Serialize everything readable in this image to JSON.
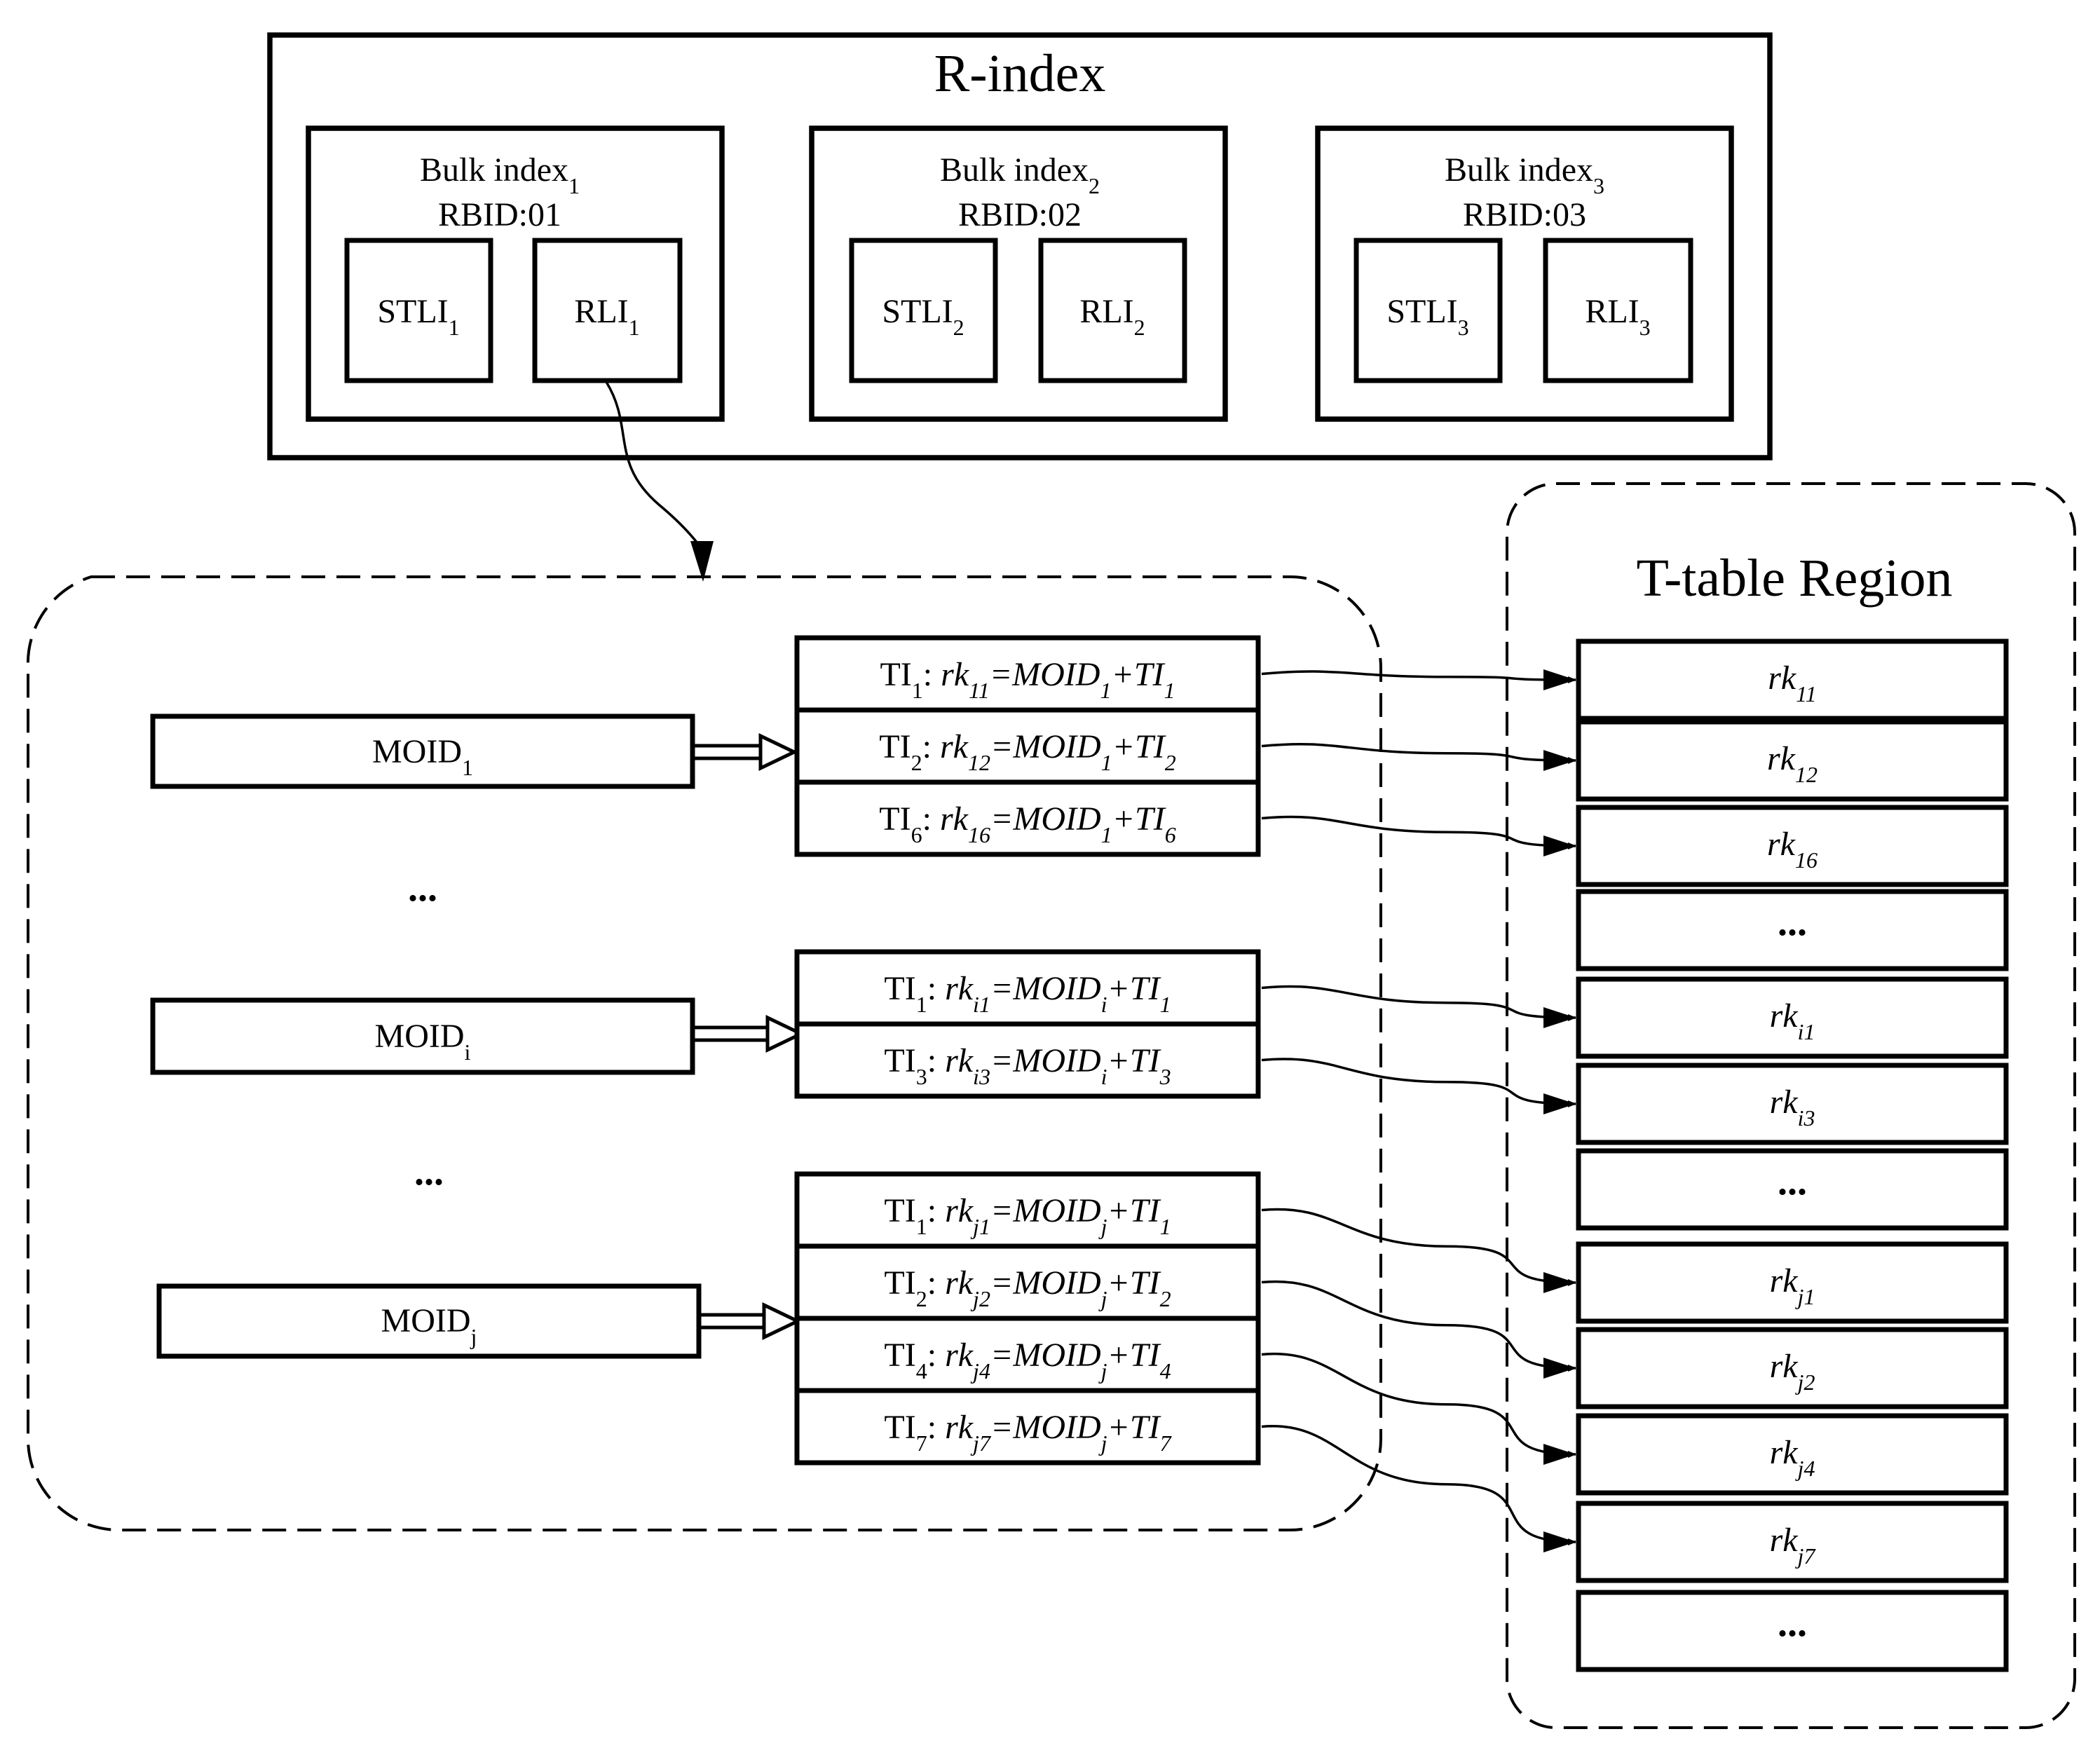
{
  "r_index": {
    "title": "R-index",
    "bulks": [
      {
        "title": "Bulk index",
        "sub": "1",
        "rbid": "RBID:01",
        "stli": {
          "text": "STLI",
          "sub": "1"
        },
        "rli": {
          "text": "RLI",
          "sub": "1"
        }
      },
      {
        "title": "Bulk index",
        "sub": "2",
        "rbid": "RBID:02",
        "stli": {
          "text": "STLI",
          "sub": "2"
        },
        "rli": {
          "text": "RLI",
          "sub": "2"
        }
      },
      {
        "title": "Bulk index",
        "sub": "3",
        "rbid": "RBID:03",
        "stli": {
          "text": "STLI",
          "sub": "3"
        },
        "rli": {
          "text": "RLI",
          "sub": "3"
        }
      }
    ]
  },
  "moids": [
    {
      "text": "MOID",
      "sub": "1"
    },
    {
      "text": "MOID",
      "sub": "i"
    },
    {
      "text": "MOID",
      "sub": "j"
    }
  ],
  "ellipses": [
    "...",
    "..."
  ],
  "ti_groups": [
    [
      {
        "ti": "1",
        "rk": "11",
        "moid": "1"
      },
      {
        "ti": "2",
        "rk": "12",
        "moid": "1"
      },
      {
        "ti": "6",
        "rk": "16",
        "moid": "1"
      }
    ],
    [
      {
        "ti": "1",
        "rk": "i1",
        "moid": "i"
      },
      {
        "ti": "3",
        "rk": "i3",
        "moid": "i"
      }
    ],
    [
      {
        "ti": "1",
        "rk": "j1",
        "moid": "j"
      },
      {
        "ti": "2",
        "rk": "j2",
        "moid": "j"
      },
      {
        "ti": "4",
        "rk": "j4",
        "moid": "j"
      },
      {
        "ti": "7",
        "rk": "j7",
        "moid": "j"
      }
    ]
  ],
  "t_table": {
    "title": "T-table Region",
    "rows": [
      "11",
      "12",
      "16",
      "...",
      "i1",
      "i3",
      "...",
      "j1",
      "j2",
      "j4",
      "j7",
      "..."
    ]
  }
}
